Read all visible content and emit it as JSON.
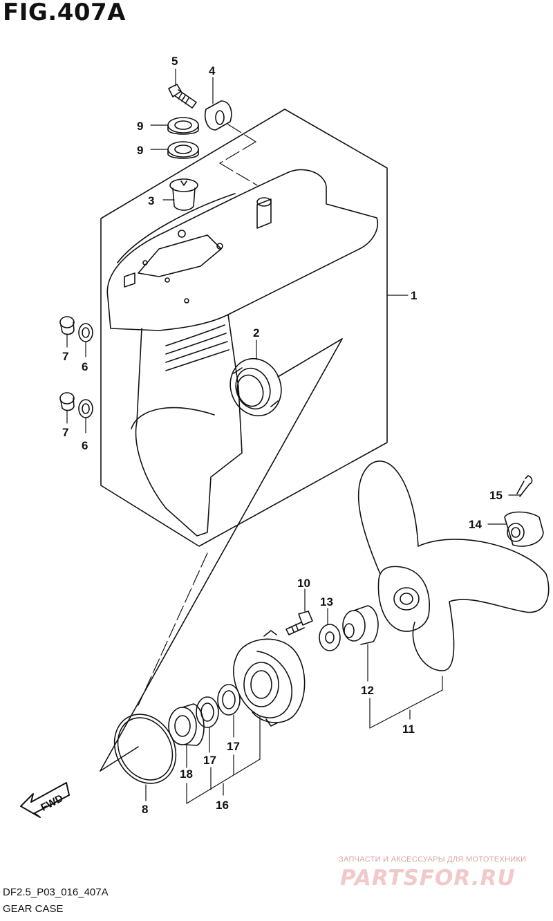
{
  "figure": {
    "title": "FIG.407A",
    "code": "DF2.5_P03_016_407A",
    "caption": "GEAR CASE"
  },
  "callouts": [
    "1",
    "2",
    "3",
    "4",
    "5",
    "6",
    "6",
    "7",
    "7",
    "8",
    "9",
    "9",
    "10",
    "11",
    "12",
    "13",
    "14",
    "15",
    "16",
    "17",
    "17",
    "18"
  ],
  "fwd_label": "FWD",
  "watermark": {
    "tagline": "ЗАПЧАСТИ И АКСЕССУАРЫ ДЛЯ МОТОТЕХНИКИ",
    "logo": "PARTSFOR.RU"
  }
}
